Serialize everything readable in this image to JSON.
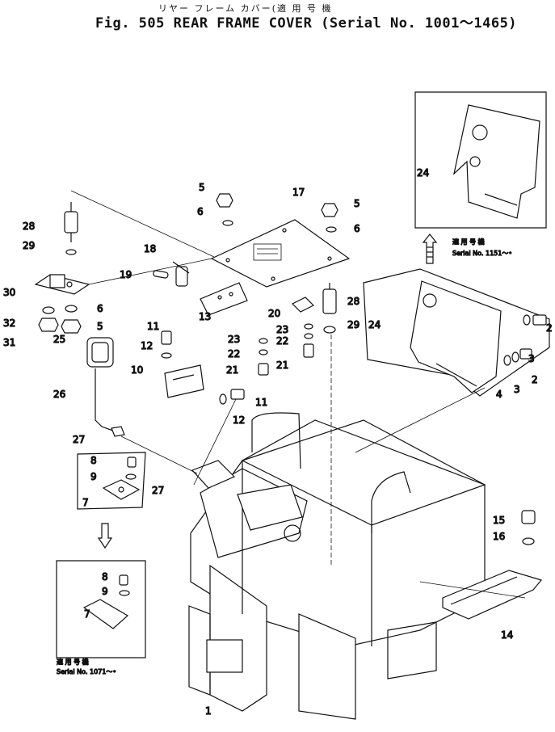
{
  "header": {
    "jp_title": "リヤー フレーム カバー(適 用 号 機",
    "title": "Fig. 505 REAR FRAME COVER (Serial No. 1001～1465)"
  },
  "callouts": {
    "c1": "1",
    "c2a": "2",
    "c2b": "2",
    "c3a": "3",
    "c3b": "3",
    "c4": "4",
    "c5a": "5",
    "c5b": "5",
    "c5c": "5",
    "c6a": "6",
    "c6b": "6",
    "c6c": "6",
    "c7a": "7",
    "c7b": "7",
    "c8a": "8",
    "c8b": "8",
    "c9a": "9",
    "c9b": "9",
    "c10": "10",
    "c11a": "11",
    "c11b": "11",
    "c12a": "12",
    "c12b": "12",
    "c13": "13",
    "c14": "14",
    "c15": "15",
    "c16": "16",
    "c17": "17",
    "c18": "18",
    "c19": "19",
    "c20": "20",
    "c21a": "21",
    "c21b": "21",
    "c22a": "22",
    "c22b": "22",
    "c23a": "23",
    "c23b": "23",
    "c24a": "24",
    "c24b": "24",
    "c25": "25",
    "c26": "26",
    "c27a": "27",
    "c27b": "27",
    "c28a": "28",
    "c28b": "28",
    "c29a": "29",
    "c29b": "29",
    "c30": "30",
    "c31": "31",
    "c32": "32"
  },
  "notes": {
    "n1151_jp": "適 用 号 機",
    "n1151": "Serial  No. 1151～•",
    "n1071_jp": "適 用 号 機",
    "n1071": "Serial  No. 1071～•"
  }
}
